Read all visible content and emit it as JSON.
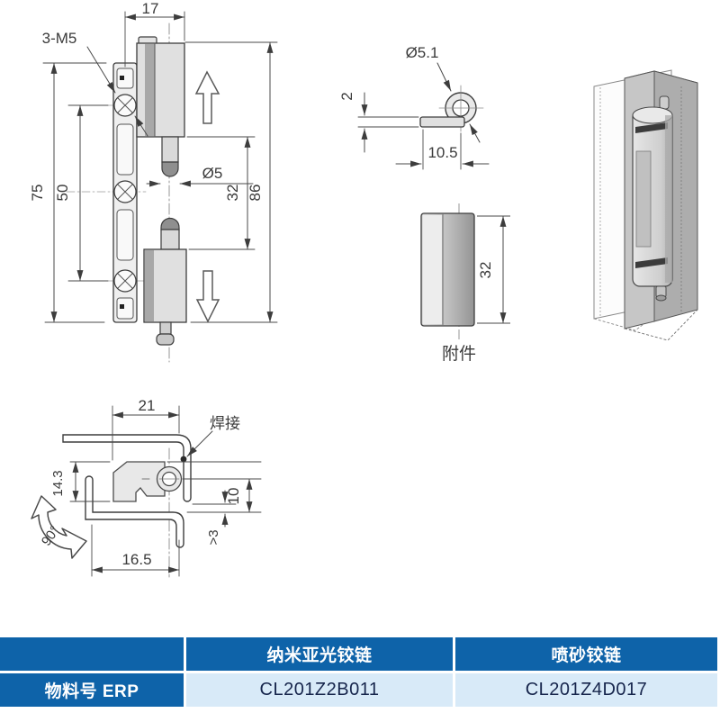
{
  "drawing": {
    "front_view": {
      "dim_top_width": "17",
      "thread_callout": "3-M5",
      "dim_height_outer": "75",
      "dim_hole_spacing": "50",
      "dim_pin_diameter": "Ø5",
      "dim_pin_to_bottom": "32",
      "dim_total_height": "86"
    },
    "clip_detail": {
      "dim_ring_diameter": "Ø5.1",
      "dim_plate_thickness": "2",
      "dim_tab_length": "10.5"
    },
    "sleeve_detail": {
      "dim_length": "32",
      "caption": "附件"
    },
    "section_view": {
      "dim_top_width": "21",
      "weld_callout": "焊接",
      "dim_depth": "14.3",
      "dim_offset": "10",
      "dim_gap": ">3",
      "dim_bottom_width": "16.5",
      "rotation_angle": "90°"
    }
  },
  "table": {
    "row_label": "物料号 ERP",
    "columns": [
      {
        "header": "纳米亚光铰链",
        "value": "CL201Z2B011"
      },
      {
        "header": "喷砂铰链",
        "value": "CL201Z4D017"
      }
    ]
  },
  "colors": {
    "table_header_bg": "#0e63a9",
    "table_light_bg": "#d8eaf8"
  }
}
